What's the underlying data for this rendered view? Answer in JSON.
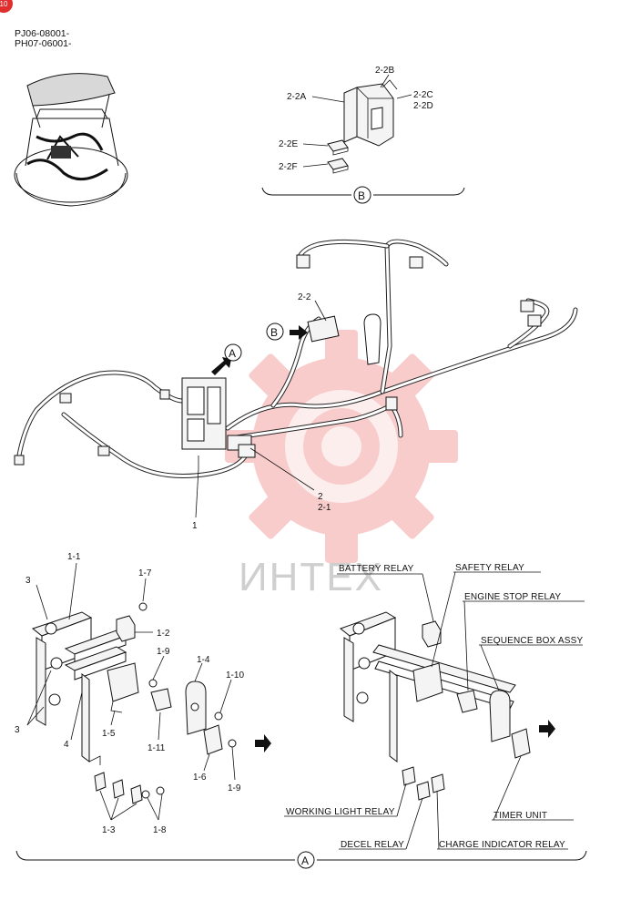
{
  "page_badge": "10",
  "serials": [
    "PJ06-08001-",
    "PH07-06001-"
  ],
  "watermark": "ИНТЕХ",
  "detail_b": {
    "marker": "B",
    "labels": {
      "l_2_2A": "2-2A",
      "l_2_2B": "2-2B",
      "l_2_2C": "2-2C",
      "l_2_2D": "2-2D",
      "l_2_2E": "2-2E",
      "l_2_2F": "2-2F"
    }
  },
  "harness": {
    "marker_a": "A",
    "marker_b": "B",
    "labels": {
      "l_2_2": "2-2",
      "l_2": "2",
      "l_2_1": "2-1",
      "l_1": "1"
    }
  },
  "detail_a_left": {
    "labels": {
      "l_1_1": "1-1",
      "l_1_2": "1-2",
      "l_1_3": "1-3",
      "l_1_4": "1-4",
      "l_1_5": "1-5",
      "l_1_6": "1-6",
      "l_1_7": "1-7",
      "l_1_8": "1-8",
      "l_1_9a": "1-9",
      "l_1_9b": "1-9",
      "l_1_10": "1-10",
      "l_1_11": "1-11",
      "l_3a": "3",
      "l_3b": "3",
      "l_4": "4"
    }
  },
  "detail_a_right": {
    "battery_relay": "BATTERY RELAY",
    "safety_relay": "SAFETY RELAY",
    "engine_stop_relay": "ENGINE STOP RELAY",
    "sequence_box": "SEQUENCE BOX ASSY",
    "timer_unit": "TIMER UNIT",
    "working_light_relay": "WORKING LIGHT RELAY",
    "decel_relay": "DECEL RELAY",
    "charge_indicator_relay": "CHARGE INDICATOR RELAY"
  },
  "detail_a_marker": "A"
}
